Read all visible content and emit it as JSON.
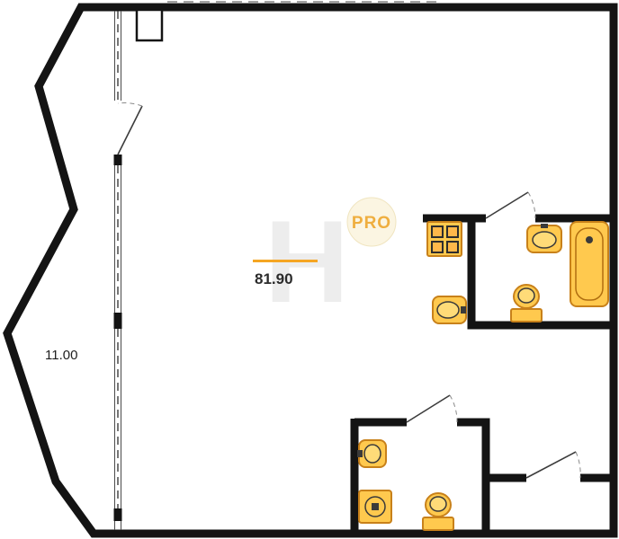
{
  "plan": {
    "watermark_letter": "H",
    "badge_text": "PRO",
    "areas": {
      "living": "81.90",
      "balcony": "11.00"
    },
    "colors": {
      "wall": "#141414",
      "fixture_fill": "#FFC94E",
      "fixture_stroke": "#C8811A",
      "accent_orange": "#F5A623",
      "watermark_gray": "#EDEDED",
      "badge_background": "#FBF5E2",
      "badge_text_color": "#EFAE3F"
    },
    "fixtures": [
      "stove",
      "kitchen-sink",
      "sink",
      "bathtub",
      "toilet",
      "sink",
      "washing-machine",
      "toilet"
    ]
  }
}
